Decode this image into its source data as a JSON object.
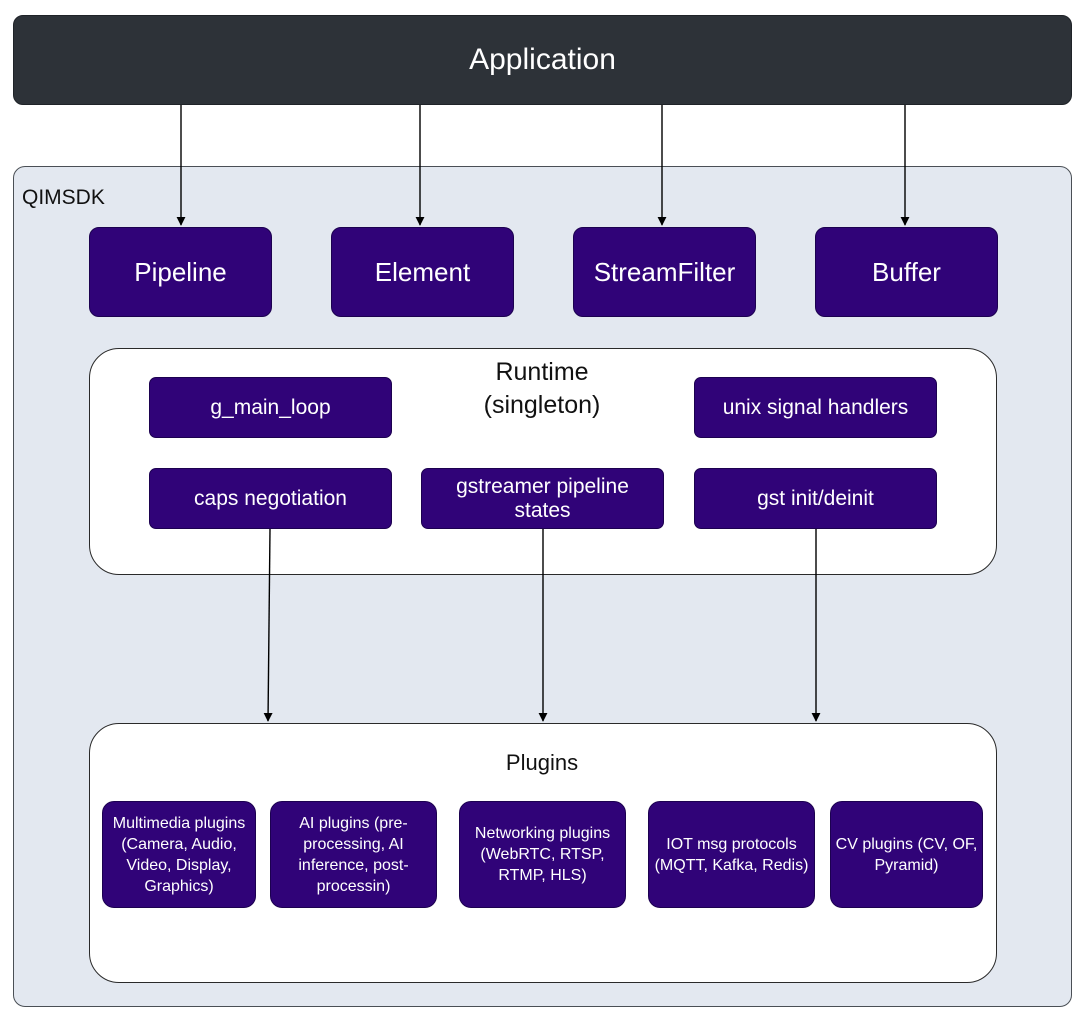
{
  "application": {
    "label": "Application"
  },
  "sdk": {
    "label": "QIMSDK"
  },
  "api_boxes": [
    "Pipeline",
    "Element",
    "StreamFilter",
    "Buffer"
  ],
  "runtime": {
    "title": "Runtime\n(singleton)",
    "items": [
      "g_main_loop",
      "unix signal handlers",
      "caps negotiation",
      "gstreamer pipeline states",
      "gst init/deinit"
    ]
  },
  "plugins": {
    "title": "Plugins",
    "items": [
      "Multimedia plugins (Camera, Audio, Video, Display, Graphics)",
      "AI plugins (pre-processing, AI inference, post-processin)",
      "Networking plugins (WebRTC, RTSP, RTMP, HLS)",
      "IOT msg protocols (MQTT, Kafka, Redis)",
      "CV plugins (CV, OF, Pyramid)"
    ]
  },
  "colors": {
    "application_bg": "#2d3238",
    "sdk_bg": "#e3e8f0",
    "component_purple": "#300378",
    "panel_white": "#ffffff"
  }
}
